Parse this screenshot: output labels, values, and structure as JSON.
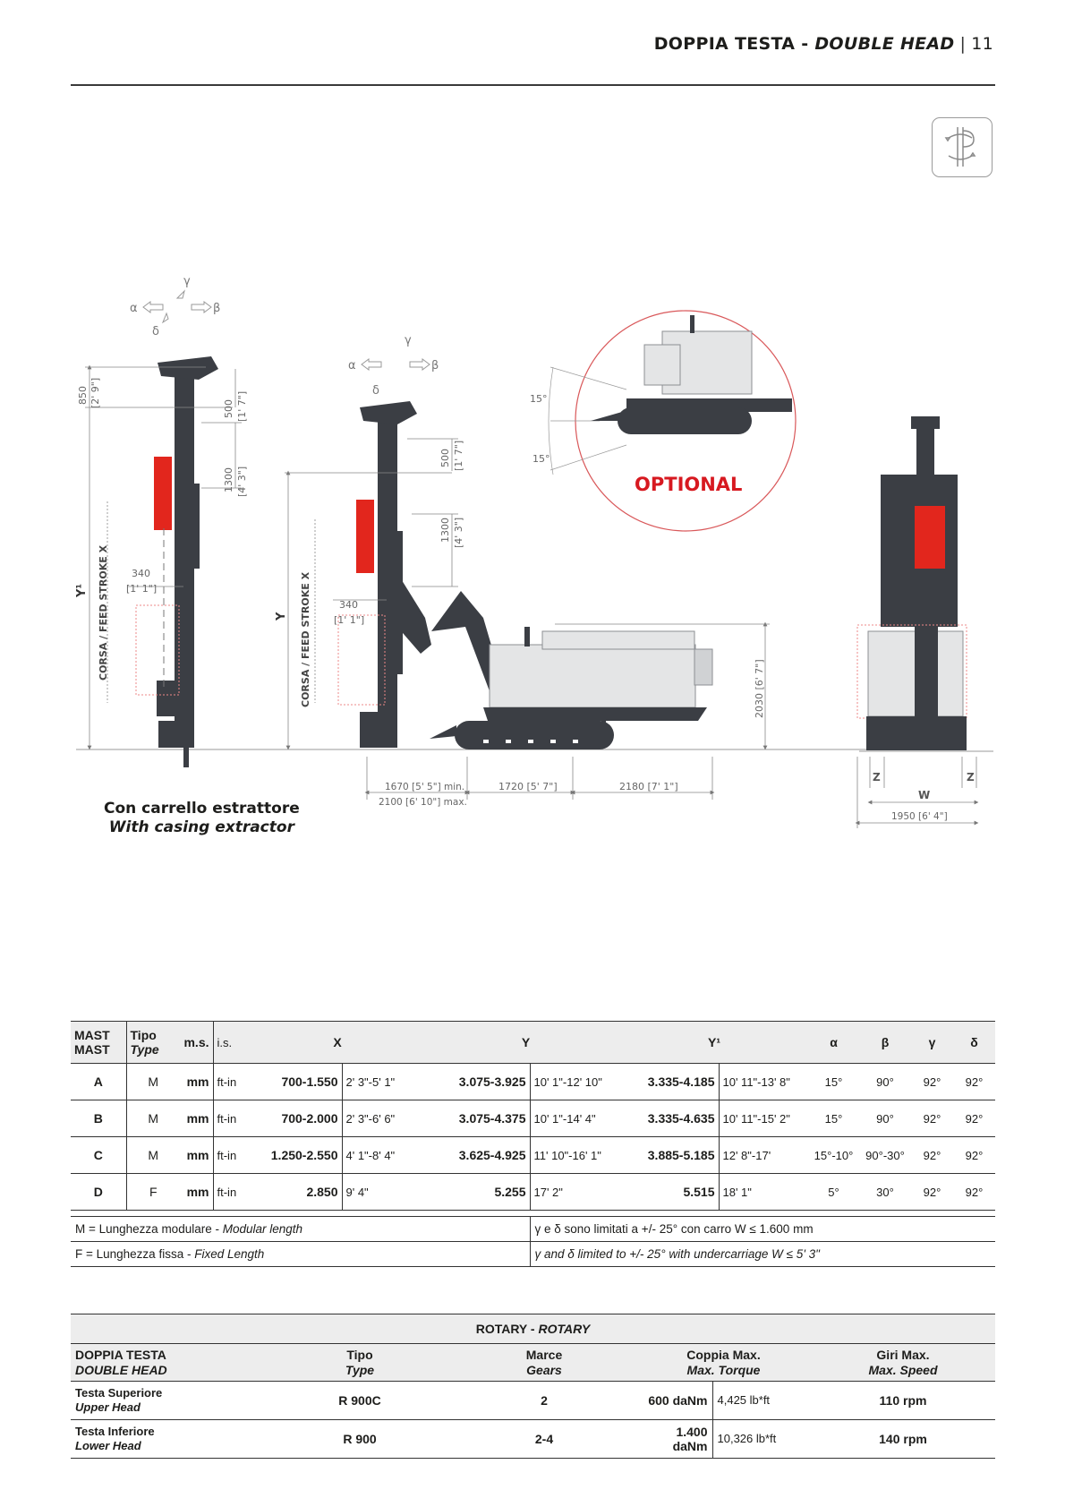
{
  "header": {
    "title_it": "DOPPIA TESTA - ",
    "title_en": "DOUBLE HEAD",
    "page": "11"
  },
  "colors": {
    "mast": "#3b3e44",
    "head": "#e2261d",
    "body": "#e4e5e6",
    "accent": "#d71920"
  },
  "icon": "double-head-rotary-icon",
  "drawing": {
    "angles": {
      "alpha": "α",
      "beta": "β",
      "gamma": "γ",
      "delta": "δ"
    },
    "left": {
      "dim_850": "850",
      "dim_850_ft": "[2' 9\"]",
      "dim_500": "500",
      "dim_500_ft": "[1' 7\"]",
      "dim_1300": "1300",
      "dim_1300_ft": "[4' 3\"]",
      "dim_340": "340",
      "dim_340_ft": "[1' 1\"]",
      "y1_label": "Y¹",
      "stroke_label": "CORSA / FEED STROKE X"
    },
    "middle": {
      "dim_500": "500",
      "dim_500_ft": "[1' 7\"]",
      "dim_1300": "1300",
      "dim_1300_ft": "[4' 3\"]",
      "dim_340": "340",
      "dim_340_ft": "[1' 1\"]",
      "y_label": "Y",
      "stroke_label": "CORSA / FEED STROKE X",
      "dim_2030": "2030 [6' 7\"]",
      "dim_min": "1670 [5' 5\"] min.",
      "dim_max": "2100 [6' 10\"] max.",
      "dim_1720": "1720 [5' 7\"]",
      "dim_2180": "2180 [7' 1\"]"
    },
    "optional": {
      "label": "OPTIONAL",
      "angle_top": "15°",
      "angle_bottom": "15°"
    },
    "front": {
      "z_left": "Z",
      "z_right": "Z",
      "w": "W",
      "dim_1950": "1950 [6' 4\"]"
    },
    "caption_it": "Con carrello estrattore",
    "caption_en": "With casing extractor"
  },
  "mast_table": {
    "headers": {
      "mast_it": "MAST",
      "mast_en": "MAST",
      "tipo_it": "Tipo",
      "tipo_en": "Type",
      "ms": "m.s.",
      "is": "i.s.",
      "x": "X",
      "y": "Y",
      "y1": "Y¹",
      "alpha": "α",
      "beta": "β",
      "gamma": "γ",
      "delta": "δ"
    },
    "unit_mm": "mm",
    "unit_ft": "ft-in",
    "rows": [
      {
        "mast": "A",
        "type": "M",
        "x_mm": "700-1.550",
        "x_ft": "2' 3\"-5' 1\"",
        "y_mm": "3.075-3.925",
        "y_ft": "10' 1\"-12' 10\"",
        "y1_mm": "3.335-4.185",
        "y1_ft": "10' 11\"-13' 8\"",
        "alpha": "15°",
        "beta": "90°",
        "gamma": "92°",
        "delta": "92°"
      },
      {
        "mast": "B",
        "type": "M",
        "x_mm": "700-2.000",
        "x_ft": "2' 3\"-6' 6\"",
        "y_mm": "3.075-4.375",
        "y_ft": "10' 1\"-14' 4\"",
        "y1_mm": "3.335-4.635",
        "y1_ft": "10' 11\"-15' 2\"",
        "alpha": "15°",
        "beta": "90°",
        "gamma": "92°",
        "delta": "92°"
      },
      {
        "mast": "C",
        "type": "M",
        "x_mm": "1.250-2.550",
        "x_ft": "4' 1\"-8' 4\"",
        "y_mm": "3.625-4.925",
        "y_ft": "11' 10\"-16' 1\"",
        "y1_mm": "3.885-5.185",
        "y1_ft": "12' 8\"-17'",
        "alpha": "15°-10°",
        "beta": "90°-30°",
        "gamma": "92°",
        "delta": "92°"
      },
      {
        "mast": "D",
        "type": "F",
        "x_mm": "2.850",
        "x_ft": "9' 4\"",
        "y_mm": "5.255",
        "y_ft": "17' 2\"",
        "y1_mm": "5.515",
        "y1_ft": "18' 1\"",
        "alpha": "5°",
        "beta": "30°",
        "gamma": "92°",
        "delta": "92°"
      }
    ],
    "notes": [
      {
        "left_plain": "M = Lunghezza modulare - ",
        "left_italic": "Modular length",
        "right": "γ e δ sono limitati a +/- 25° con carro W ≤ 1.600 mm"
      },
      {
        "left_plain": "F = Lunghezza fissa - ",
        "left_italic": "Fixed Length",
        "right": "γ and δ limited to +/- 25° with undercarriage W ≤ 5' 3\""
      }
    ]
  },
  "rotary_table": {
    "title_it": "ROTARY - ",
    "title_en": "ROTARY",
    "headers": {
      "head_it": "DOPPIA TESTA",
      "head_en": "DOUBLE HEAD",
      "type_it": "Tipo",
      "type_en": "Type",
      "gears_it": "Marce",
      "gears_en": "Gears",
      "torque_it": "Coppia Max.",
      "torque_en": "Max. Torque",
      "speed_it": "Giri Max.",
      "speed_en": "Max. Speed"
    },
    "rows": [
      {
        "name_it": "Testa Superiore",
        "name_en": "Upper Head",
        "type": "R 900C",
        "gears": "2",
        "torque_si": "600 daNm",
        "torque_imp": "4,425 lb*ft",
        "speed": "110 rpm"
      },
      {
        "name_it": "Testa Inferiore",
        "name_en": "Lower Head",
        "type": "R 900",
        "gears": "2-4",
        "torque_si": "1.400 daNm",
        "torque_imp": "10,326 lb*ft",
        "speed": "140 rpm"
      }
    ]
  }
}
